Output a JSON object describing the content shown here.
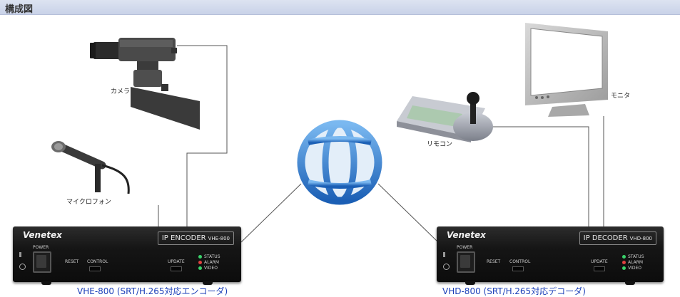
{
  "header": {
    "title": "構成図"
  },
  "devices": {
    "camera": "カメラ",
    "microphone": "マイクロフォン",
    "remote": "リモコン",
    "monitor": "モニタ"
  },
  "encoder": {
    "brand": "Venetex",
    "model_main": "IP ENCODER",
    "model_sub": "VHE-800",
    "power": "POWER",
    "reset": "RESET",
    "control": "CONTROL",
    "update": "UPDATE",
    "status": "STATUS",
    "alarm": "ALARM",
    "video": "VIDEO",
    "caption": "VHE-800 (SRT/H.265対応エンコーダ)"
  },
  "decoder": {
    "brand": "Venetex",
    "model_main": "IP DECODER",
    "model_sub": "VHD-800",
    "power": "POWER",
    "reset": "RESET",
    "control": "CONTROL",
    "update": "UPDATE",
    "status": "STATUS",
    "alarm": "ALARM",
    "video": "VIDEO",
    "caption": "VHD-800 (SRT/H.265対応デコーダ)"
  },
  "colors": {
    "caption": "#1b3fb8",
    "globe": "#2f7fd6",
    "led_status": "#39d16a",
    "led_alarm": "#e04040",
    "led_video": "#39d16a"
  }
}
